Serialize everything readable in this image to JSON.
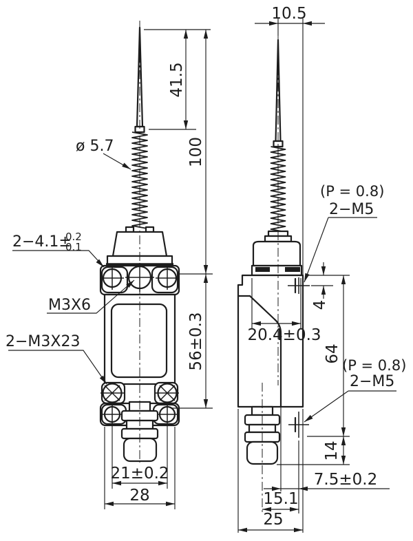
{
  "front_view": {
    "callouts": {
      "whisker_diameter": "ø 5.7",
      "mounting_holes": "2−4.1±",
      "mounting_holes_tol_upper": "0.2",
      "mounting_holes_tol_lower": "0.1",
      "head_screw": "M3X6",
      "cover_screws": "2−M3X23"
    },
    "dimensions": {
      "whisker_tip_length": "41.5",
      "overall_length": "100",
      "body_height": "56±0.3",
      "mounting_hole_spacing": "21±0.2",
      "body_width": "28"
    }
  },
  "side_view": {
    "callouts": {
      "upper_conduit_pitch": "(P = 0.8)",
      "upper_conduit": "2−M5",
      "lower_conduit_pitch": "(P = 0.8)",
      "lower_conduit": "2−M5"
    },
    "dimensions": {
      "whisker_offset": "10.5",
      "conduit_hole_offset": "4",
      "head_depth": "20.4±0.3",
      "body_length": "64",
      "plunger_length": "14",
      "conduit_back_offset": "7.5±0.2",
      "conduit_axis_offset": "15.1",
      "body_depth": "25"
    }
  },
  "colors": {
    "line": "#1d1d1d",
    "background": "#ffffff"
  }
}
